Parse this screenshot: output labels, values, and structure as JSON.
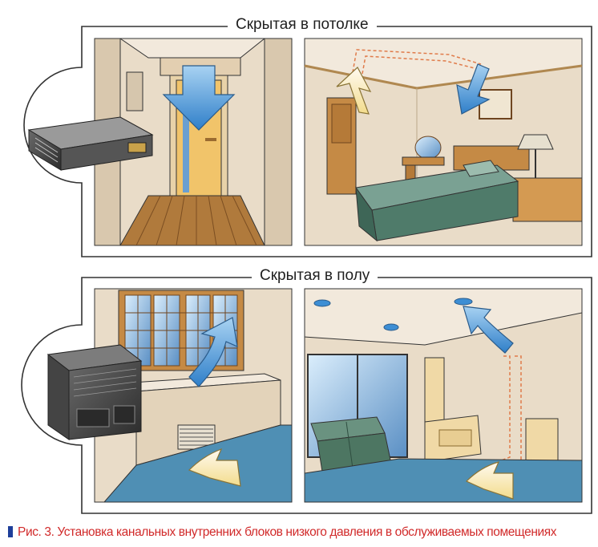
{
  "sections": [
    {
      "id": "ceiling",
      "title": "Скрытая в потолке"
    },
    {
      "id": "floor",
      "title": "Скрытая в полу"
    }
  ],
  "caption": "Рис. 3. Установка канальных внутренних блоков низкого давления в обслуживаемых помещениях",
  "colors": {
    "wall": "#e9dcc8",
    "floor_carpet": "#4f8fb4",
    "wood": "#b07a3c",
    "bed": "#4f7b6a",
    "sofa": "#4d7662",
    "arrow_cool": "#3d8ed4",
    "arrow_warm": "#f6e7a9",
    "outline": "#333333",
    "caption_text": "#d12a2a",
    "caption_marker": "#1e3f9a"
  },
  "icons": [
    "ducted-ceiling-unit-icon",
    "floor-console-unit-icon"
  ]
}
